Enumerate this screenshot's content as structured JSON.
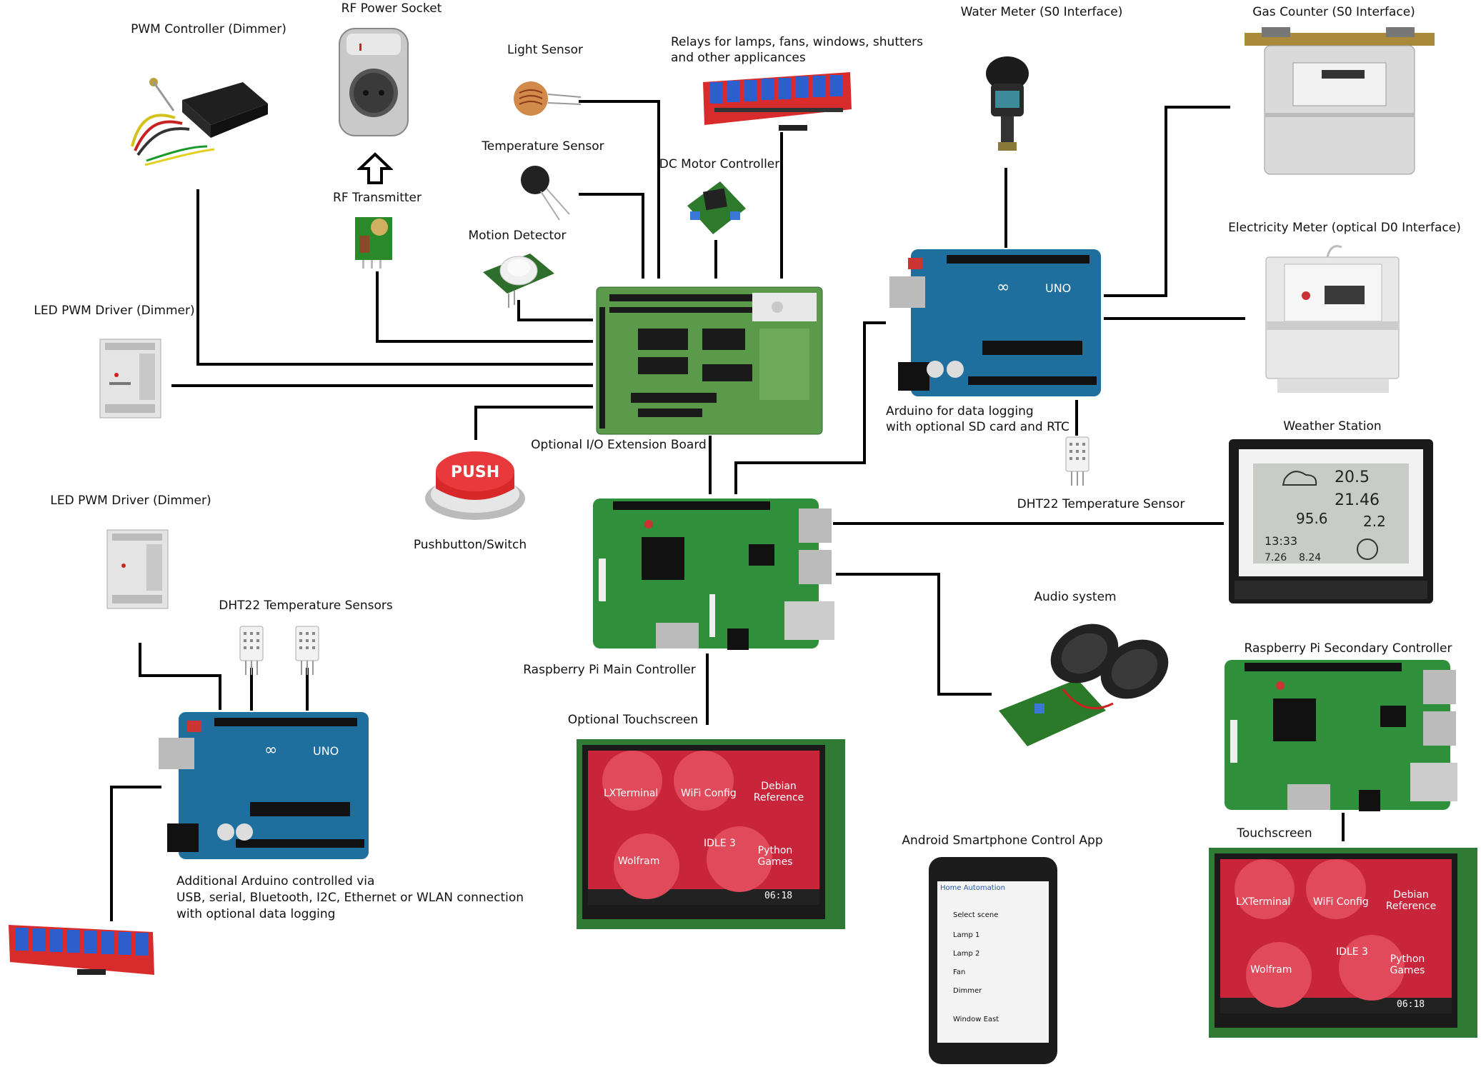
{
  "labels": {
    "pwm_controller": "PWM Controller (Dimmer)",
    "rf_power_socket": "RF Power Socket",
    "rf_transmitter": "RF Transmitter",
    "light_sensor": "Light Sensor",
    "temperature_sensor": "Temperature Sensor",
    "motion_detector": "Motion Detector",
    "relays_line1": "Relays for lamps, fans, windows, shutters",
    "relays_line2": "and other applicances",
    "dc_motor_controller": "DC Motor Controller",
    "water_meter": "Water Meter (S0 Interface)",
    "gas_counter": "Gas Counter (S0 Interface)",
    "electricity_meter": "Electricity Meter (optical D0 Interface)",
    "led_pwm_driver_top": "LED PWM Driver (Dimmer)",
    "led_pwm_driver_bottom": "LED PWM Driver (Dimmer)",
    "io_extension_board": "Optional I/O Extension Board",
    "pushbutton": "Pushbutton/Switch",
    "arduino_logging_line1": "Arduino for data logging",
    "arduino_logging_line2": "with optional SD card and RTC",
    "dht22_single": "DHT22 Temperature Sensor",
    "weather_station": "Weather Station",
    "dht22_multi": "DHT22 Temperature Sensors",
    "raspberry_main": "Raspberry Pi Main Controller",
    "audio_system": "Audio system",
    "raspberry_secondary": "Raspberry Pi Secondary Controller",
    "optional_touchscreen": "Optional Touchscreen",
    "touchscreen": "Touchscreen",
    "android_app": "Android Smartphone Control App",
    "arduino_extra_line1": "Additional Arduino controlled via",
    "arduino_extra_line2": "USB, serial, Bluetooth, I2C, Ethernet or WLAN connection",
    "arduino_extra_line3": "with optional data logging"
  },
  "device_text": {
    "push_button": "PUSH",
    "arduino_brand": "UNO",
    "weather_time": "13:33",
    "weather_temp": "20.5",
    "weather_humidity": "21.46",
    "weather_pressure": "95.6",
    "weather_value": "2.2",
    "weather_date": "7.26",
    "weather_year": "8.24"
  },
  "touchscreen": {
    "icons": [
      "LXTerminal",
      "WiFi Config",
      "Debian Reference",
      "Wolfram",
      "IDLE 3",
      "Python Games"
    ],
    "clock": "06:18"
  },
  "phone": {
    "title": "Home Automation",
    "items": [
      "Select scene",
      "Lamp 1",
      "Lamp 2",
      "Fan",
      "Dimmer",
      "Window East"
    ]
  },
  "colors": {
    "arduino": "#1e6e9e",
    "raspberry": "#2f8f3a",
    "relay_board": "#d82c2c",
    "io_board": "#5a9a4a",
    "touch_bg": "#c8243a",
    "push": "#d8282a"
  }
}
